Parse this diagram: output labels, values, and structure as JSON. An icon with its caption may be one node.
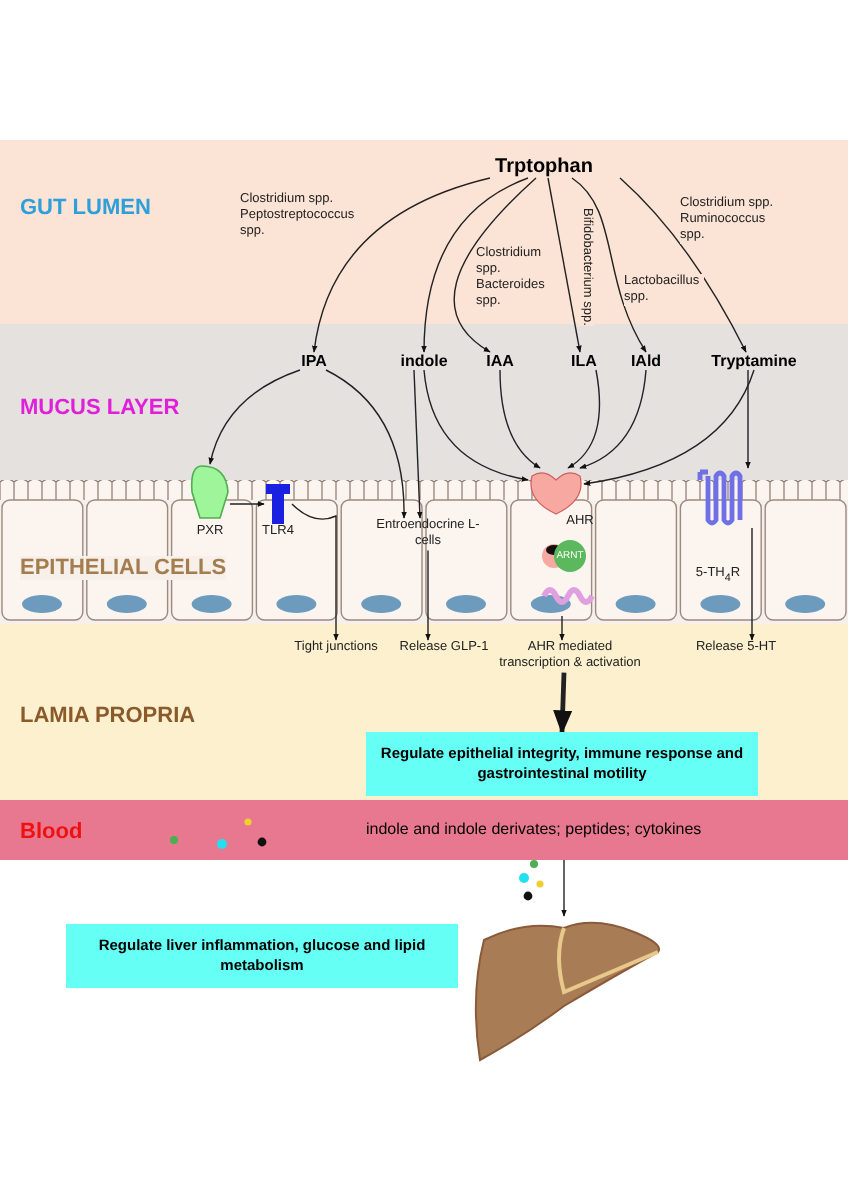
{
  "diagram": {
    "nodes": [
      {
        "text": [
          "GUT LUMEN"
        ]
      },
      {
        "text": [
          "MUCUS LAYER"
        ]
      },
      {
        "text": [
          "EPITHELIAL CELLS"
        ]
      },
      {
        "text": [
          "LAMIA PROPRIA"
        ]
      },
      {
        "text": [
          "Blood",
          "indole and indole derivates; peptides; cytokines"
        ]
      },
      {
        "text": [
          "Trptophan"
        ],
        "in": 0
      },
      {
        "text": [
          "IPA"
        ],
        "in": 1
      },
      {
        "text": [
          "indole"
        ],
        "in": 1
      },
      {
        "text": [
          "IAA"
        ],
        "in": 1
      },
      {
        "text": [
          "ILA"
        ],
        "in": 1
      },
      {
        "text": [
          "IAld"
        ],
        "in": 1
      },
      {
        "text": [
          "Tryptamine"
        ],
        "in": 1
      },
      {
        "text": [
          "PXR"
        ],
        "in": 2
      },
      {
        "text": [
          "TLR4"
        ],
        "in": 2
      },
      {
        "text": [
          "Entroendocrine L-cells"
        ],
        "in": 2
      },
      {
        "text": [
          "AHR"
        ],
        "in": 2
      },
      {
        "text": [
          "ARNT"
        ],
        "in": 2
      },
      {
        "text": [
          "5-TH$_{4}$R"
        ],
        "in": 2
      },
      {
        "text": [
          "Tight junctions"
        ],
        "in": 3
      },
      {
        "text": [
          "Release GLP-1"
        ],
        "in": 3
      },
      {
        "text": [
          "AHR mediated transcription & activation"
        ],
        "in": 3
      },
      {
        "text": [
          "Release 5-HT"
        ],
        "in": 3
      },
      {
        "text": [
          "Regulate epithelial integrity, immune response and gastrointestinal motility"
        ],
        "in": 3
      },
      {
        "text": [],
        "shape": "picture"
      },
      {
        "text": [
          "Regulate liver inflammation, glucose and lipid metabolism"
        ]
      }
    ],
    "edges": [
      {
        "from": 5,
        "to": 6,
        "arrow": "to",
        "label": "Clostridium spp. Peptostreptococcus spp."
      },
      {
        "from": 5,
        "to": 7,
        "arrow": "to"
      },
      {
        "from": 5,
        "to": 8,
        "arrow": "to",
        "label": "Clostridium spp. Bacteroides spp."
      },
      {
        "from": 5,
        "to": 9,
        "arrow": "to",
        "label": "Bifidobacterium spp."
      },
      {
        "from": 5,
        "to": 10,
        "arrow": "to",
        "label": "Lactobacillus spp."
      },
      {
        "from": 5,
        "to": 11,
        "arrow": "to",
        "label": "Clostridium spp. Ruminococcus spp."
      },
      {
        "from": 6,
        "to": 12,
        "arrow": "to"
      },
      {
        "from": 6,
        "to": 14,
        "arrow": "to"
      },
      {
        "from": 7,
        "to": 14,
        "arrow": "to"
      },
      {
        "from": 7,
        "to": 15,
        "arrow": "to"
      },
      {
        "from": 8,
        "to": 15,
        "arrow": "to"
      },
      {
        "from": 9,
        "to": 15,
        "arrow": "to"
      },
      {
        "from": 10,
        "to": 15,
        "arrow": "to"
      },
      {
        "from": 11,
        "to": 15,
        "arrow": "to"
      },
      {
        "from": 11,
        "to": 17,
        "arrow": "to"
      },
      {
        "from": 12,
        "to": 13,
        "arrow": "to"
      },
      {
        "from": 13,
        "to": 18,
        "arrow": "to"
      },
      {
        "from": 14,
        "to": 19,
        "arrow": "to"
      },
      {
        "from": 16,
        "to": 20,
        "arrow": "to"
      },
      {
        "from": 17,
        "to": 21,
        "arrow": "to"
      },
      {
        "from": 20,
        "to": 22,
        "arrow": "to",
        "style": "thick"
      },
      {
        "from": 4,
        "to": 23,
        "arrow": "to"
      }
    ]
  }
}
